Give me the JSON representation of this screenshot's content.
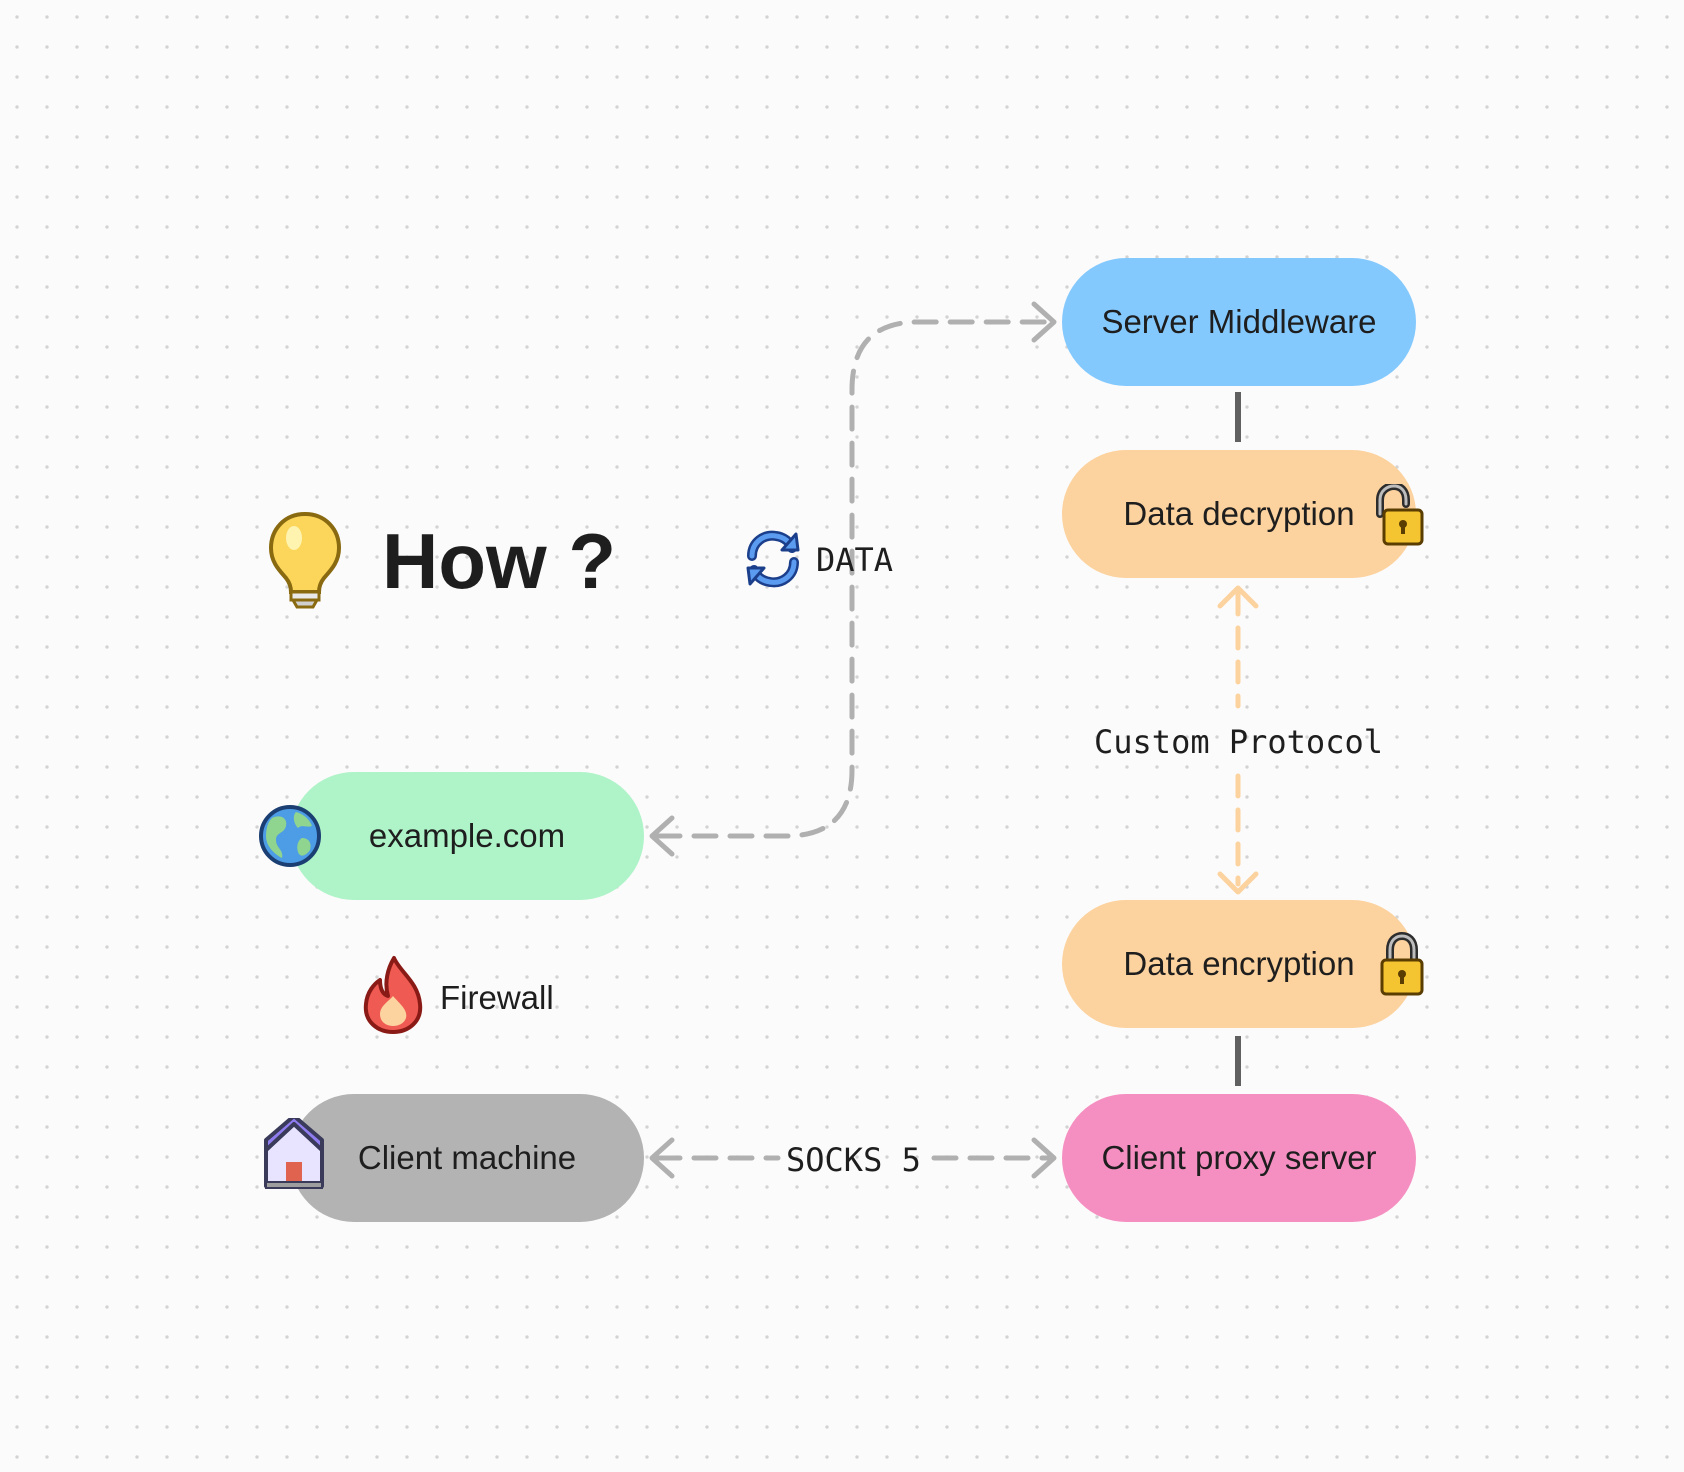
{
  "title": {
    "text": "How ?",
    "icon": "lightbulb-icon"
  },
  "nodes": {
    "server_middleware": {
      "label": "Server Middleware",
      "color": "#84c9fe"
    },
    "data_decryption": {
      "label": "Data decryption",
      "color": "#fcd29e",
      "icon": "unlocked-padlock-icon"
    },
    "data_encryption": {
      "label": "Data encryption",
      "color": "#fcd29e",
      "icon": "locked-padlock-icon"
    },
    "client_proxy_server": {
      "label": "Client proxy server",
      "color": "#f68fc1"
    },
    "example_com": {
      "label": "example.com",
      "color": "#aff3c8",
      "icon": "globe-icon"
    },
    "client_machine": {
      "label": "Client machine",
      "color": "#b3b3b3",
      "icon": "house-icon"
    }
  },
  "edge_labels": {
    "data": {
      "text": "DATA",
      "icon": "refresh-arrows-icon"
    },
    "custom_protocol": {
      "text": "Custom Protocol"
    },
    "socks5": {
      "text": "SOCKS 5"
    }
  },
  "firewall": {
    "text": "Firewall",
    "icon": "fire-icon"
  },
  "colors": {
    "dashed_edge": "#b0b0b0",
    "protocol_edge": "#fcd29e",
    "solid_edge": "#606060"
  }
}
